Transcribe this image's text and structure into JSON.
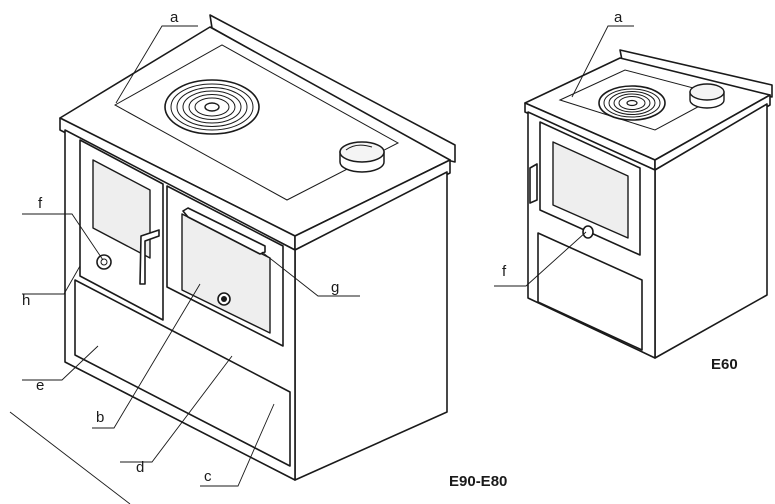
{
  "figure": {
    "model_large": "E90-E80",
    "model_small": "E60",
    "labels": {
      "a": "a",
      "b": "b",
      "c": "c",
      "d": "d",
      "e": "e",
      "f": "f",
      "g": "g",
      "h": "h"
    }
  }
}
